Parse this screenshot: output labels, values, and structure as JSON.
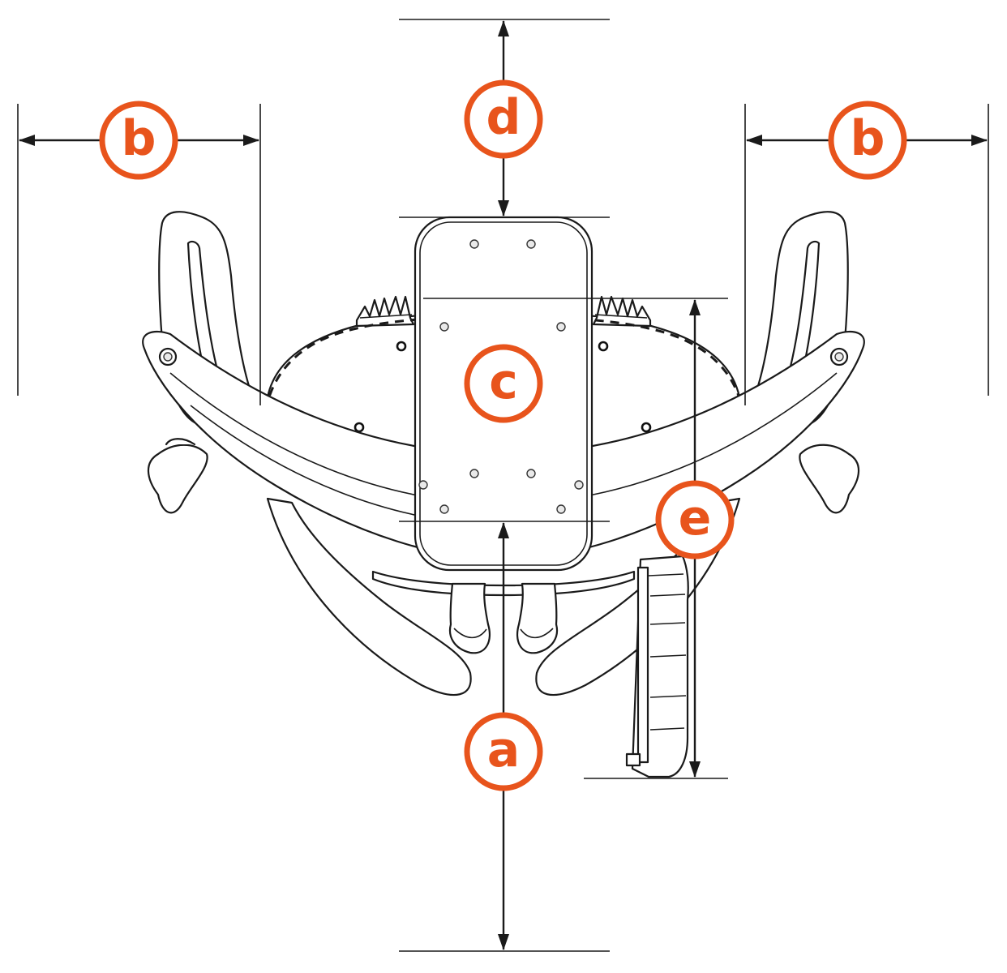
{
  "colors": {
    "accent": "#e8541c",
    "ink": "#1a1a1a"
  },
  "labels": {
    "a": "a",
    "b_left": "b",
    "b_right": "b",
    "c": "c",
    "d": "d",
    "e": "e"
  }
}
